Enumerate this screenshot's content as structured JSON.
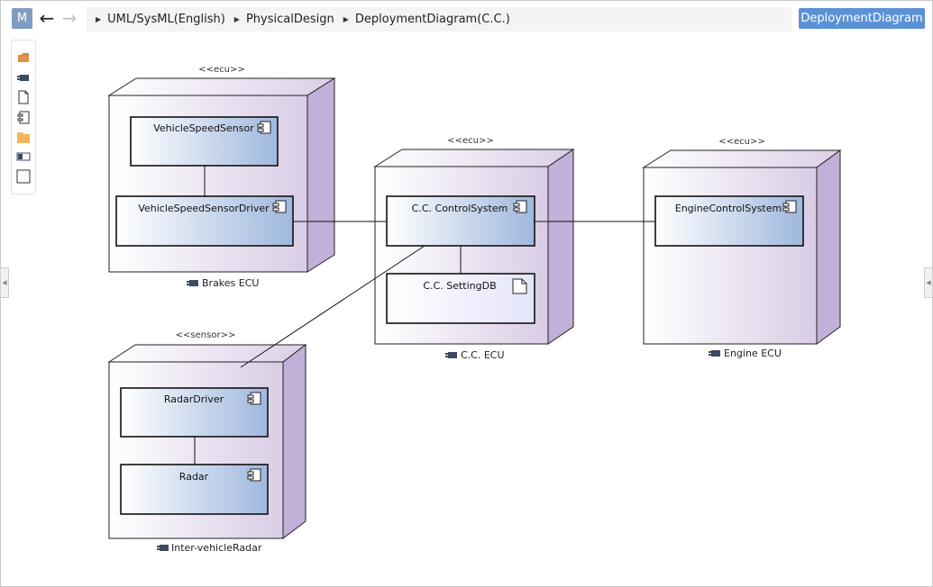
{
  "app": {
    "logo_letter": "M",
    "view_button": "DeploymentDiagram"
  },
  "breadcrumb": [
    "UML/SysML(English)",
    "PhysicalDesign",
    "DeploymentDiagram(C.C.)"
  ],
  "palette": [
    "folder-icon",
    "component-icon",
    "document-icon",
    "diagram-icon",
    "package-icon",
    "node-icon",
    "frame-icon"
  ],
  "diagram": {
    "nodes": {
      "brakes": {
        "stereotype": "<<ecu>>",
        "name": "Brakes ECU"
      },
      "cc": {
        "stereotype": "<<ecu>>",
        "name": "C.C. ECU"
      },
      "engine": {
        "stereotype": "<<ecu>>",
        "name": "Engine ECU"
      },
      "radar": {
        "stereotype": "<<sensor>>",
        "name": "Inter-vehicleRadar"
      }
    },
    "components": {
      "vss": "VehicleSpeedSensor",
      "vssd": "VehicleSpeedSensorDriver",
      "ccs": "C.C. ControlSystem",
      "ccdb": "C.C. SettingDB",
      "ecs": "EngineControlSystem",
      "rd": "RadarDriver",
      "radar": "Radar"
    }
  }
}
